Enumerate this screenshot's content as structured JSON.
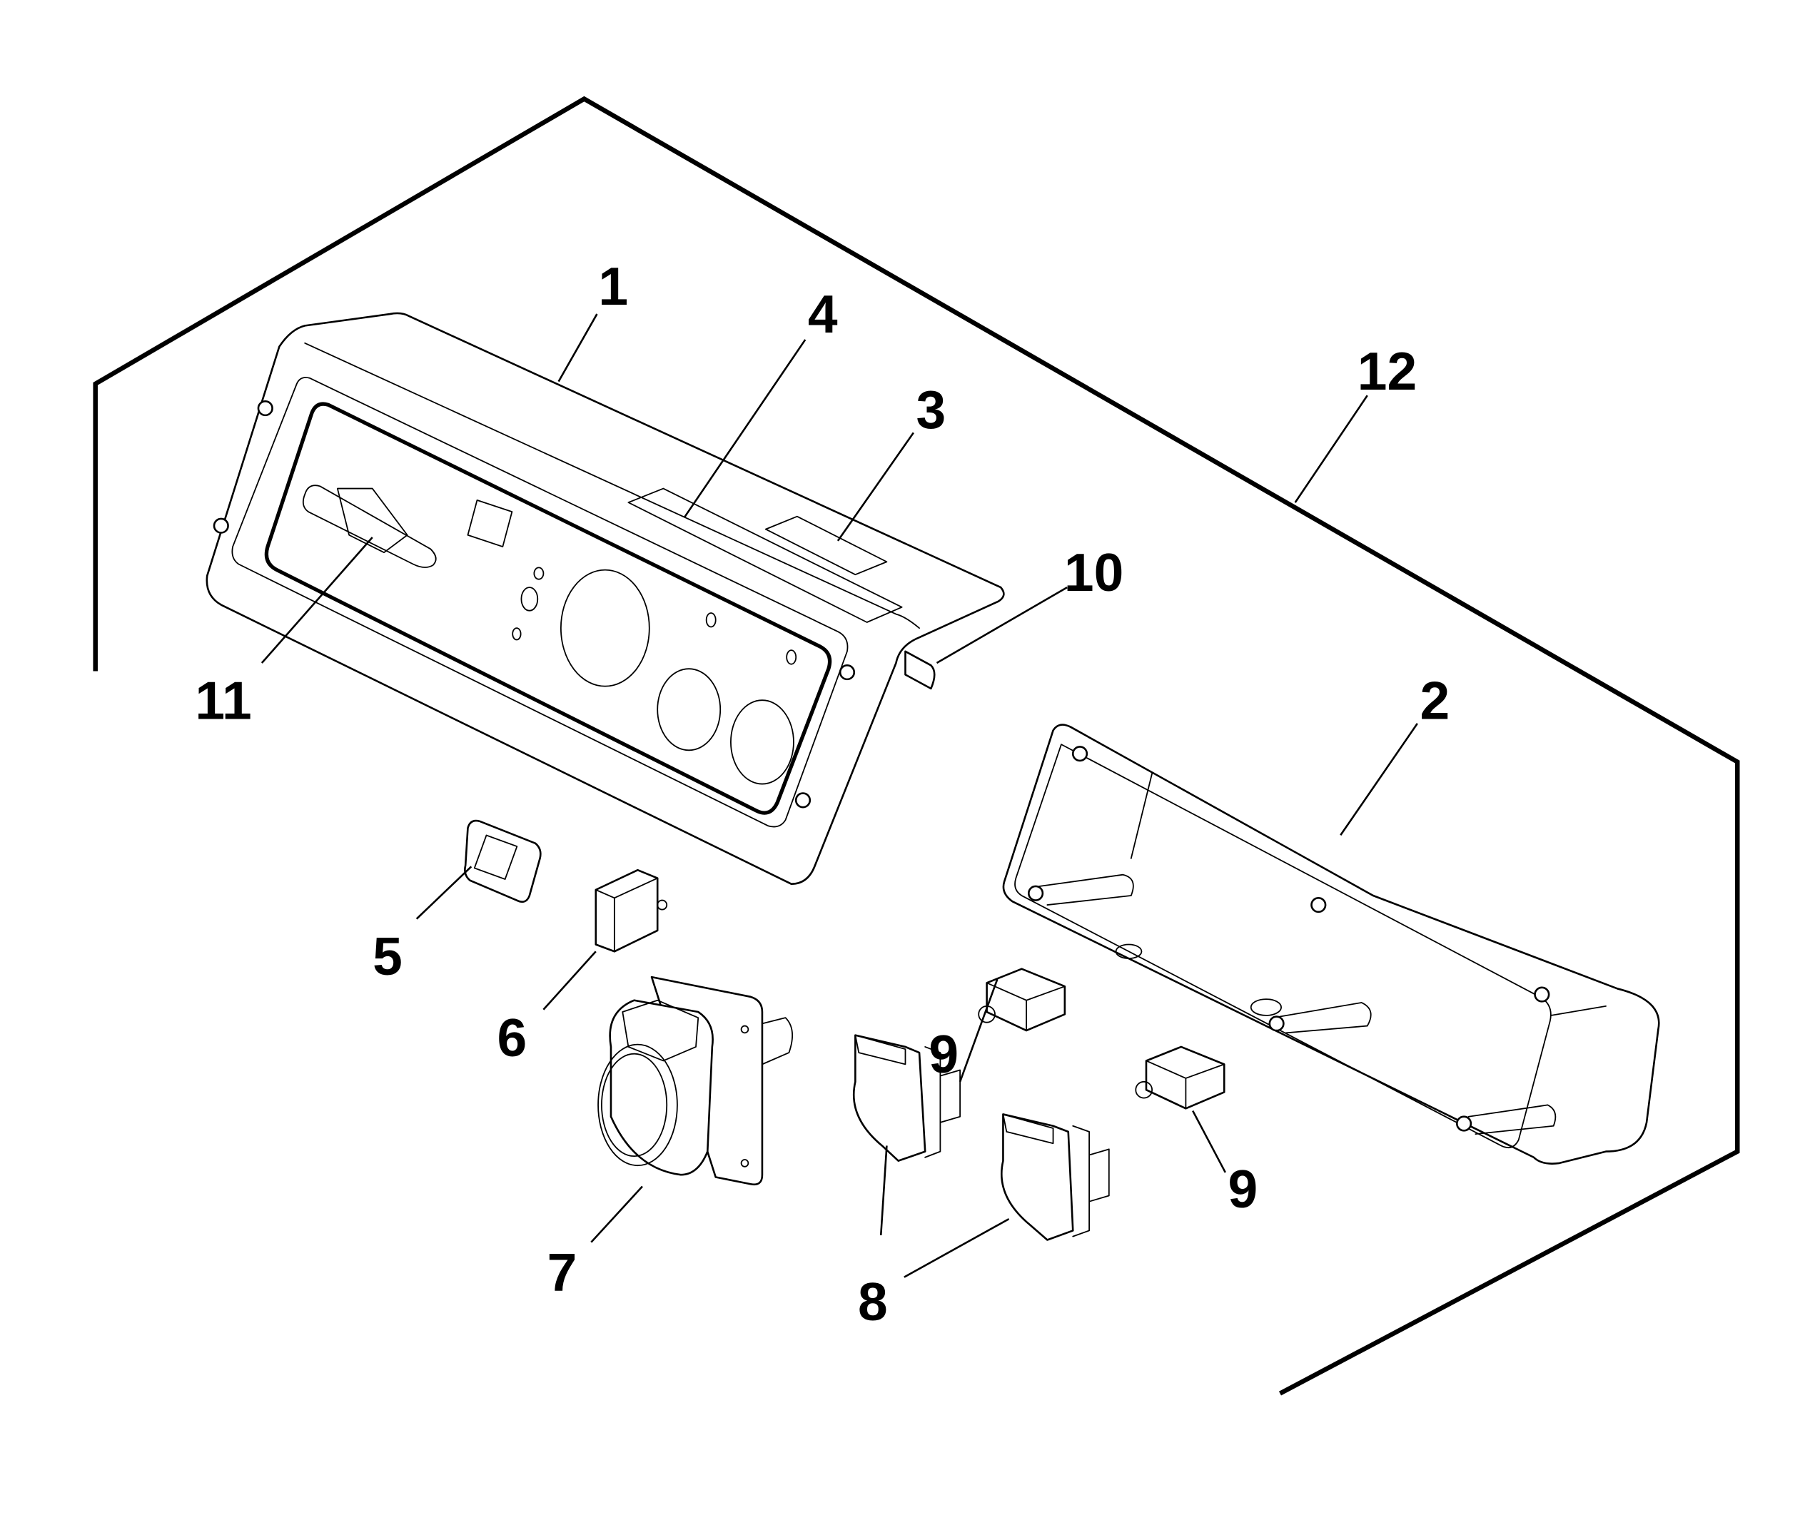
{
  "diagram": {
    "type": "exploded-parts-diagram",
    "subject": "Generator control panel assembly",
    "background_color": "#ffffff",
    "line_color": "#000000",
    "callouts": [
      {
        "id": "c1",
        "label": "1",
        "part": "control-panel"
      },
      {
        "id": "c2",
        "label": "2",
        "part": "panel-housing-frame"
      },
      {
        "id": "c3",
        "label": "3",
        "part": "decal"
      },
      {
        "id": "c4",
        "label": "4",
        "part": "decal"
      },
      {
        "id": "c5",
        "label": "5",
        "part": "rocker-switch"
      },
      {
        "id": "c6",
        "label": "6",
        "part": "module"
      },
      {
        "id": "c7",
        "label": "7",
        "part": "twist-lock-receptacle"
      },
      {
        "id": "c8a",
        "label": "8",
        "part": "receptacle"
      },
      {
        "id": "c9a",
        "label": "9",
        "part": "circuit-breaker"
      },
      {
        "id": "c9b",
        "label": "9",
        "part": "circuit-breaker"
      },
      {
        "id": "c10",
        "label": "10",
        "part": "edge-trim-strip"
      },
      {
        "id": "c11",
        "label": "11",
        "part": "logo-badge"
      },
      {
        "id": "c12",
        "label": "12",
        "part": "panel-assembly"
      }
    ]
  }
}
